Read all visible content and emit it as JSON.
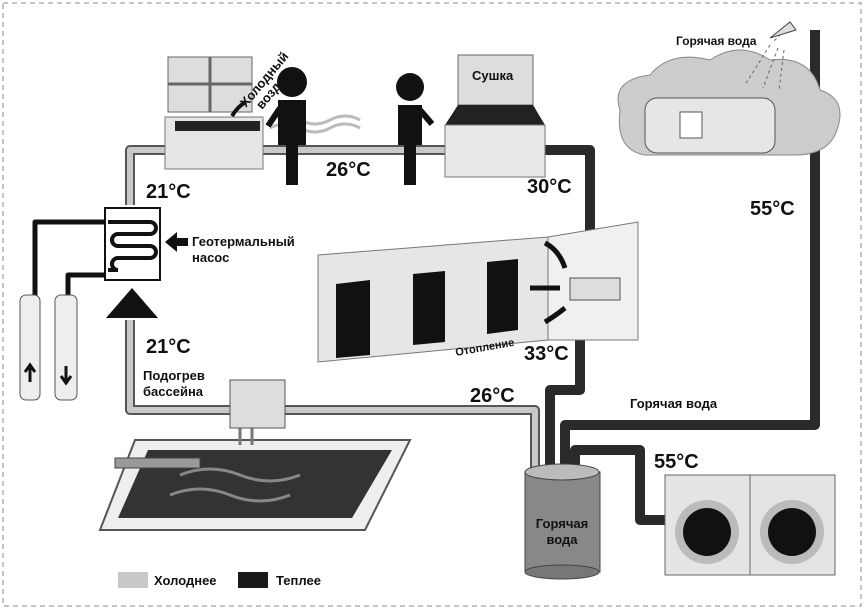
{
  "labels": {
    "cold_air": [
      "Холодный",
      "воздух"
    ],
    "dryer": "Сушка",
    "shower_hot_water": "Горячая вода",
    "geothermal_pump": [
      "Геотермальный",
      "насос"
    ],
    "heating": "Отопление",
    "pool_heating": [
      "Подогрев",
      "бассейна"
    ],
    "hot_water_pipe": "Горячая вода",
    "tank": [
      "Горячая",
      "вода"
    ]
  },
  "temperatures": {
    "after_pump_top": "21°C",
    "living_room": "26°C",
    "dryer_out": "30°C",
    "bath": "55°C",
    "heating_out": "33°C",
    "pump_return": "21°C",
    "pool_return": "26°C",
    "washer": "55°C"
  },
  "legend": [
    {
      "label": "Холоднее",
      "color": "#c8c8c8"
    },
    {
      "label": "Теплее",
      "color": "#1a1a1a"
    }
  ],
  "colors": {
    "cold_pipe": "#c8c8c8",
    "hot_pipe": "#2a2a2a",
    "outline": "#555555"
  }
}
